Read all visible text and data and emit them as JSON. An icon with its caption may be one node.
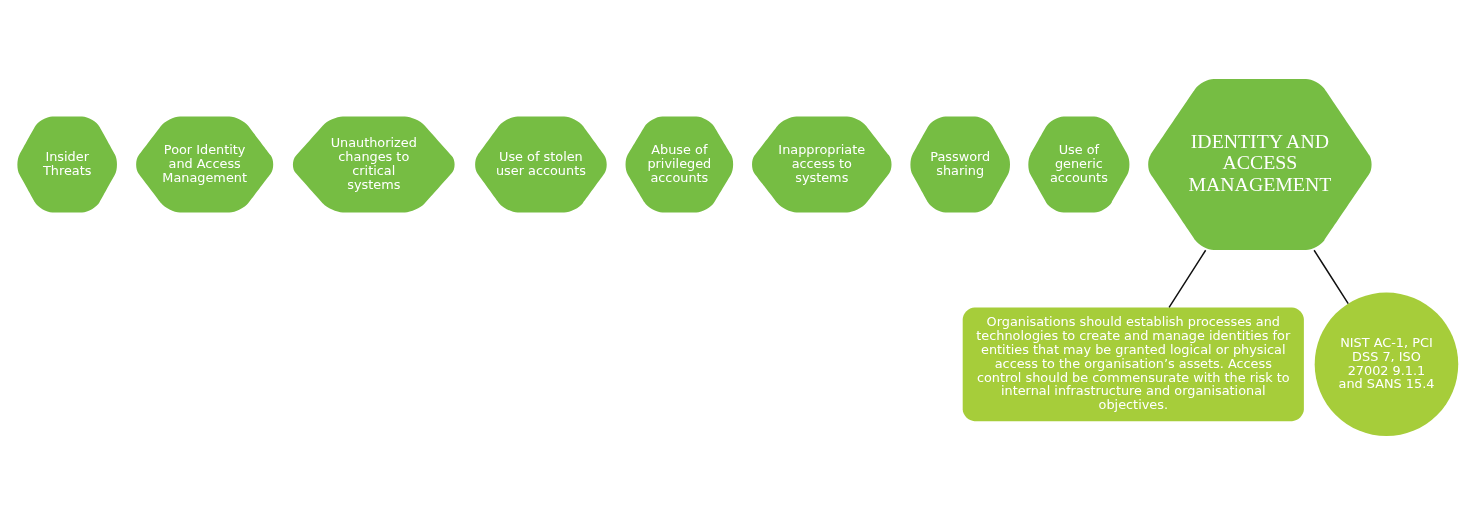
{
  "diagram": {
    "nodes": [
      {
        "text": [
          "Insider Threats"
        ]
      },
      {
        "text": [
          "Poor Identity and Access Management"
        ]
      },
      {
        "text": [
          "Unauthorized changes to critical systems"
        ]
      },
      {
        "text": [
          "Use of stolen user accounts"
        ]
      },
      {
        "text": [
          "Abuse of privileged accounts"
        ]
      },
      {
        "text": [
          "Inappropriate access to systems"
        ]
      },
      {
        "text": [
          "Password sharing"
        ]
      },
      {
        "text": [
          "Use of generic accounts"
        ]
      },
      {
        "text": [
          "IDENTITY AND ACCESS MANAGEMENT"
        ]
      },
      {
        "text": [
          "Organisations should establish processes and technologies to create and manage identities for entities that may be granted logical or physical access to the organisation’s assets. Access control should be commensurate with the risk to internal infrastructure and organisational objectives."
        ]
      },
      {
        "text": [
          "NIST AC-1, PCI DSS 7, ISO 27002 9.1.1 and SANS 15.4"
        ]
      }
    ],
    "edges": [
      {
        "from": 8,
        "to": 9,
        "arrow": "none"
      },
      {
        "from": 8,
        "to": 10,
        "arrow": "none"
      }
    ]
  }
}
